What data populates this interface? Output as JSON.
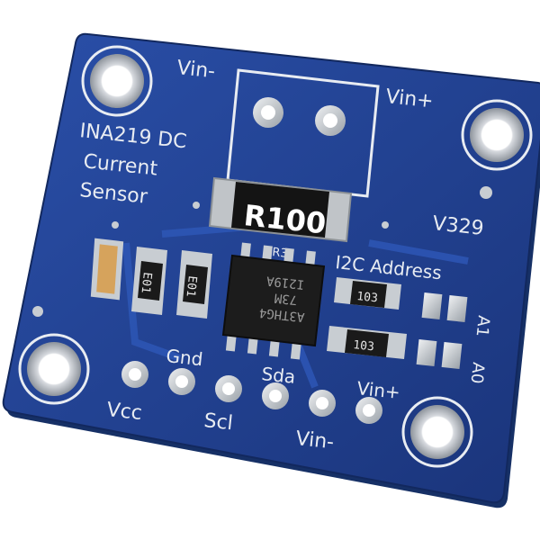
{
  "board": {
    "title_line1": "INA219 DC",
    "title_line2": "Current",
    "title_line3": "Sensor",
    "version": "V329",
    "address_label": "I2C Address",
    "addr_a1": "A1",
    "addr_a0": "A0",
    "vin_minus_top": "Vin-",
    "vin_plus_top": "Vin+",
    "pin_vcc": "Vcc",
    "pin_gnd": "Gnd",
    "pin_scl": "Scl",
    "pin_sda": "Sda",
    "pin_vin_minus": "Vin-",
    "pin_vin_plus": "Vin+"
  },
  "components": {
    "shunt_resistor": "R100",
    "shunt_ref": "R3",
    "chip_line1": "A3THG4",
    "chip_line2": "73M",
    "chip_line3": "I219A",
    "cap1": "E01",
    "cap2": "E01",
    "res1": "103",
    "res2": "103"
  },
  "colors": {
    "pcb": "#1f3d8c",
    "silkscreen": "#e8ecf2",
    "pad_silver": "#c8cdd2",
    "chip_black": "#1a1a1a",
    "background": "#ffffff"
  }
}
